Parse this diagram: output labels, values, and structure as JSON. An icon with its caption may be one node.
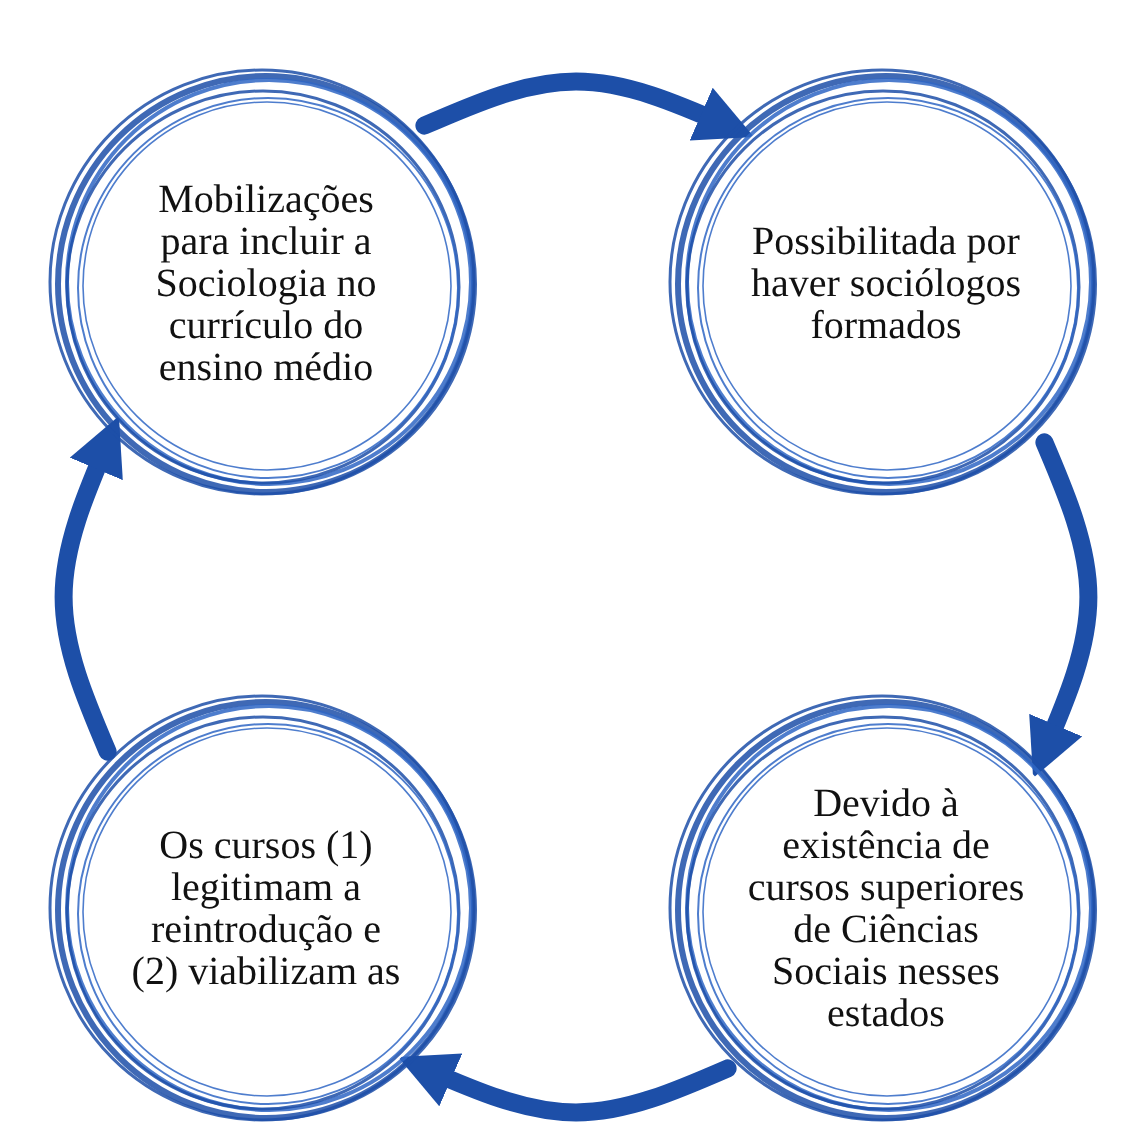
{
  "diagram": {
    "nodes": [
      {
        "text": [
          "Mobilizações para incluir a Sociologia no currículo do ensino médio"
        ]
      },
      {
        "text": [
          "Possibilitada por haver sociólogos formados"
        ]
      },
      {
        "text": [
          "Os cursos (1) legitimam a reintrodução e (2) viabilizam as"
        ]
      },
      {
        "text": [
          "Devido à existência de cursos superiores de Ciências Sociais nesses estados"
        ]
      }
    ],
    "edges": [
      {
        "from": 0,
        "to": 1,
        "arrow": "to"
      },
      {
        "from": 1,
        "to": 3,
        "arrow": "to"
      },
      {
        "from": 3,
        "to": 2,
        "arrow": "to"
      },
      {
        "from": 2,
        "to": 0,
        "arrow": "to"
      }
    ]
  }
}
